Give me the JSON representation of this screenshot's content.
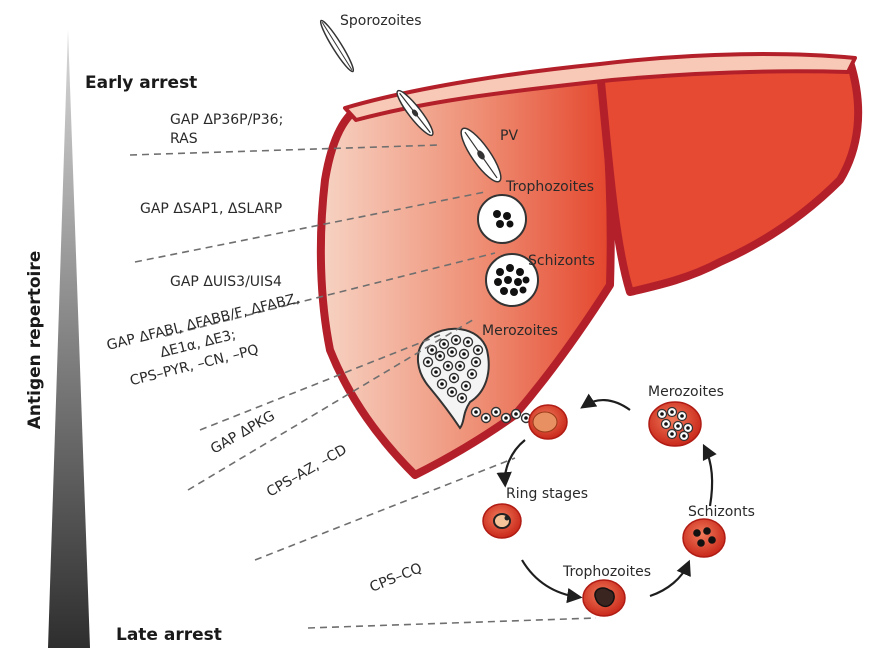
{
  "axis": {
    "top": "Early arrest",
    "bottom": "Late arrest",
    "side": "Antigen repertoire"
  },
  "stages": {
    "sporozoites": "Sporozoites",
    "pv": "PV",
    "liver_trophozoites": "Trophozoites",
    "liver_schizonts": "Schizonts",
    "liver_merozoites": "Merozoites",
    "blood_merozoites": "Merozoites",
    "ring_stages": "Ring stages",
    "blood_schizonts": "Schizonts",
    "blood_trophozoites": "Trophozoites"
  },
  "attenuation": {
    "gap_p36": [
      "GAP ΔP36P/P36;",
      "RAS"
    ],
    "gap_sap1": "GAP ΔSAP1, ΔSLARP",
    "gap_uis3": "GAP ΔUIS3/UIS4",
    "gap_fabi": [
      "GAP ΔFABI, ΔFABB/F, ΔFABZ,",
      "ΔE1α, ΔE3;",
      "CPS–PYR, –CN, –PQ"
    ],
    "gap_pkg": "GAP ΔPKG",
    "cps_az": "CPS–AZ, –CD",
    "cps_cq": "CPS–CQ"
  },
  "colors": {
    "liver_dark": "#b3202a",
    "liver_mid": "#e8553e",
    "liver_light": "#f7c9b6",
    "rbc": "#d9301f",
    "parasite": "#111111"
  }
}
